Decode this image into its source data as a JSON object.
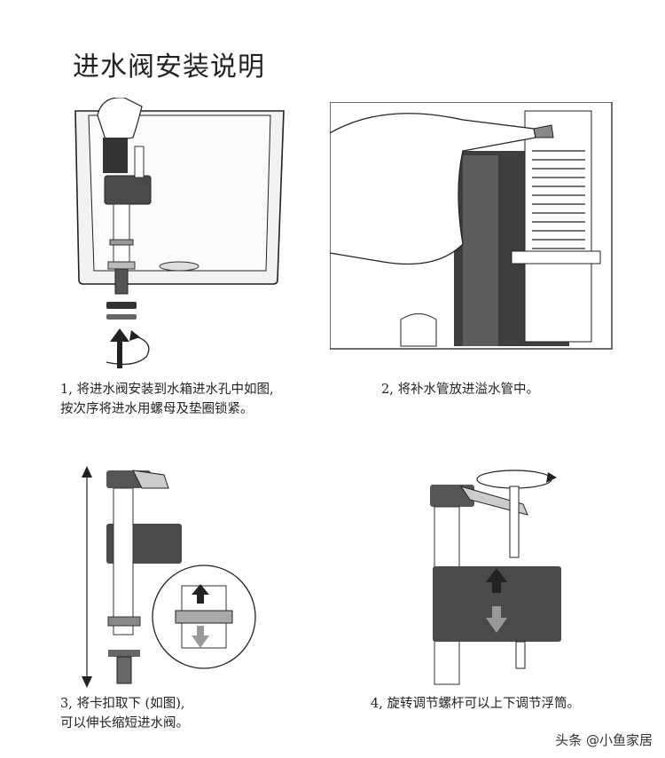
{
  "title": "进水阀安装说明",
  "steps": [
    {
      "line1": "1, 将进水阀安装到水箱进水孔中如图,",
      "line2": "按次序将进水用螺母及垫圈锁紧。"
    },
    {
      "line1": "2, 将补水管放进溢水管中。",
      "line2": ""
    },
    {
      "line1": "3, 将卡扣取下 (如图),",
      "line2": "可以伸长缩短进水阀。"
    },
    {
      "line1": "4, 旋转调节螺杆可以上下调节浮筒。",
      "line2": ""
    }
  ],
  "watermark": "头条 @小鱼家居",
  "colors": {
    "dark_gray": "#555555",
    "mid_gray": "#8a8a8a",
    "light_gray": "#d9d9d9",
    "ink": "#222222"
  }
}
